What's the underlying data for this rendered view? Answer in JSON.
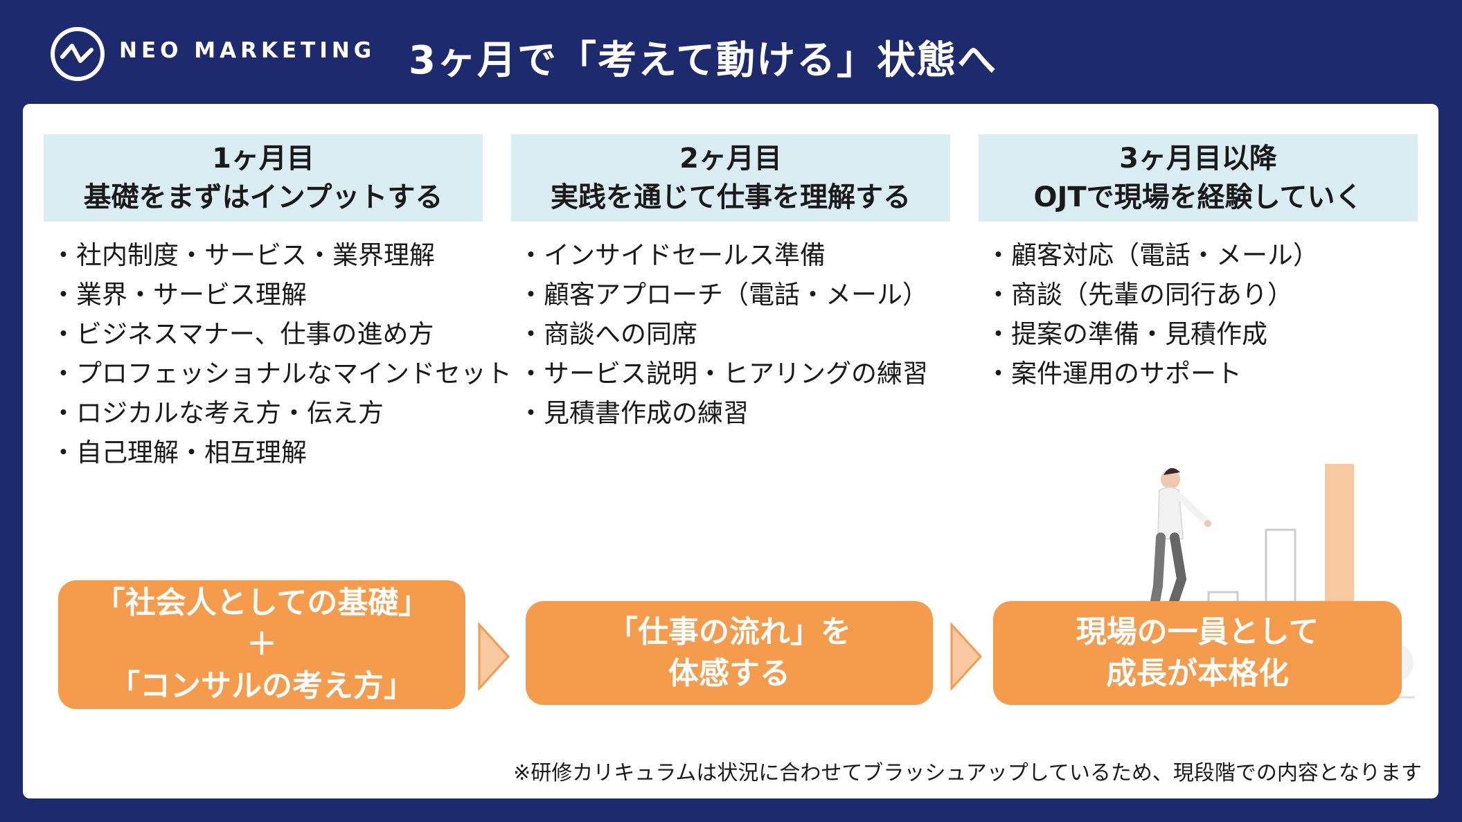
{
  "header": {
    "logo_text": "NEO MARKETING",
    "title": "3ヶ月で「考えて動ける」状態へ"
  },
  "columns": [
    {
      "heading_line1": "1ヶ月目",
      "heading_line2": "基礎をまずはインプットする",
      "items": [
        "社内制度・サービス・業界理解",
        "業界・サービス理解",
        "ビジネスマナー、仕事の進め方",
        "プロフェッショナルなマインドセット",
        "ロジカルな考え方・伝え方",
        "自己理解・相互理解"
      ],
      "summary_lines": [
        "「社会人としての基礎」",
        "＋",
        "「コンサルの考え方」"
      ]
    },
    {
      "heading_line1": "2ヶ月目",
      "heading_line2": "実践を通じて仕事を理解する",
      "items": [
        "インサイドセールス準備",
        "顧客アプローチ（電話・メール）",
        "商談への同席",
        "サービス説明・ヒアリングの練習",
        "見積書作成の練習"
      ],
      "summary_lines": [
        "「仕事の流れ」を",
        "体感する"
      ]
    },
    {
      "heading_line1": "3ヶ月目以降",
      "heading_line2": "OJTで現場を経験していく",
      "items": [
        "顧客対応（電話・メール）",
        "商談（先輩の同行あり）",
        "提案の準備・見積作成",
        "案件運用のサポート"
      ],
      "summary_lines": [
        "現場の一員として",
        "成長が本格化"
      ]
    }
  ],
  "footnote": "※研修カリキュラムは状況に合わせてブラッシュアップしているため、現段階での内容となります",
  "colors": {
    "background": "#1e2a6e",
    "heading_bg": "#d9edf3",
    "accent_orange": "#f59b4c",
    "light_orange": "#f8c9a0"
  }
}
